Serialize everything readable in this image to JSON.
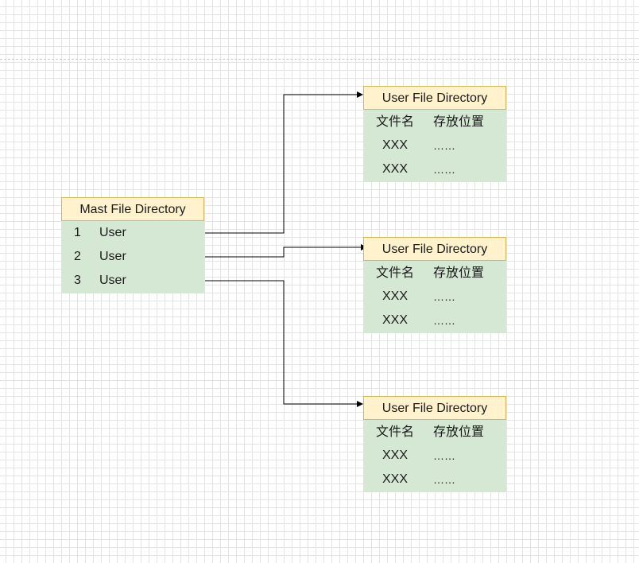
{
  "master": {
    "title": "Mast File Directory",
    "rows": [
      {
        "num": "1",
        "name": "User"
      },
      {
        "num": "2",
        "name": "User"
      },
      {
        "num": "3",
        "name": "User"
      }
    ]
  },
  "user_dirs": [
    {
      "title": "User File Directory",
      "header": {
        "col1": "文件名",
        "col2": "存放位置"
      },
      "rows": [
        {
          "col1": "XXX",
          "col2": "……"
        },
        {
          "col1": "XXX",
          "col2": "……"
        }
      ]
    },
    {
      "title": "User File Directory",
      "header": {
        "col1": "文件名",
        "col2": "存放位置"
      },
      "rows": [
        {
          "col1": "XXX",
          "col2": "……"
        },
        {
          "col1": "XXX",
          "col2": "……"
        }
      ]
    },
    {
      "title": "User File Directory",
      "header": {
        "col1": "文件名",
        "col2": "存放位置"
      },
      "rows": [
        {
          "col1": "XXX",
          "col2": "……"
        },
        {
          "col1": "XXX",
          "col2": "……"
        }
      ]
    }
  ],
  "colors": {
    "header_fill": "#fff2cc",
    "header_stroke": "#d6b656",
    "body_fill": "#d5e8d4",
    "connector": "#000000"
  }
}
